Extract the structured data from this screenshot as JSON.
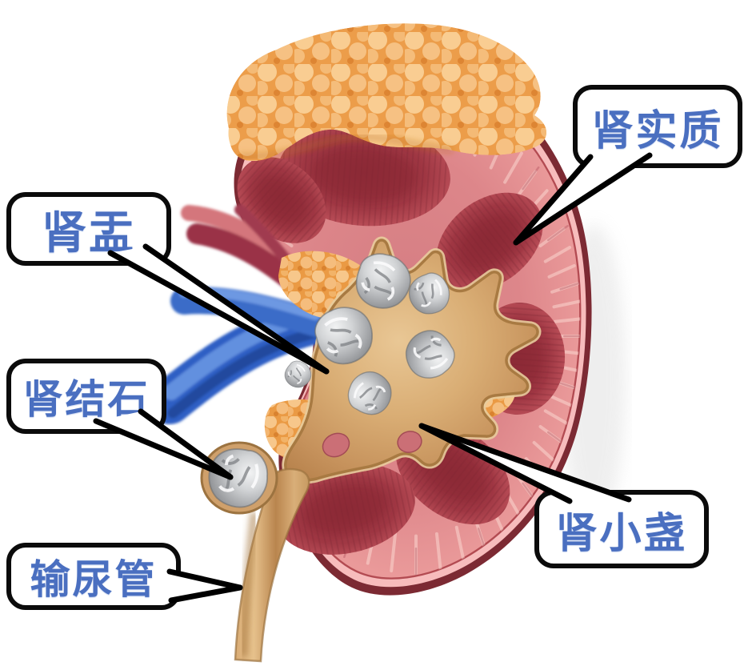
{
  "figure": {
    "type": "medical-illustration",
    "subject": "Kidney cross-section with kidney stones (renal calculi) and adrenal gland, renal vessels and ureter"
  },
  "callouts": [
    {
      "id": "renal-parenchyma",
      "text": "肾实质"
    },
    {
      "id": "renal-pelvis",
      "text": "肾盂"
    },
    {
      "id": "kidney-stone",
      "text": "肾结石"
    },
    {
      "id": "ureter",
      "text": "输尿管"
    },
    {
      "id": "minor-calyx",
      "text": "肾小盏"
    }
  ],
  "colors": {
    "background": "#ffffff",
    "label_text": "#4a6fc0",
    "callout_border": "#0b0b0b",
    "callout_fill": "#ffffff",
    "leader_line": "#000000",
    "kidney_rim": "#7c2a33",
    "kidney_capsule": "#f7bcbc",
    "kidney_cortex": "#e08a8c",
    "kidney_pyramid": "#a03844",
    "renal_pelvis_tan": "#d6a971",
    "perirenal_fat": "#ea9a44",
    "adrenal_gland": "#ec9d4a",
    "renal_vein": "#2e5fc4",
    "renal_artery": "#9a3146",
    "stone_gray": "#c3c5c7"
  }
}
